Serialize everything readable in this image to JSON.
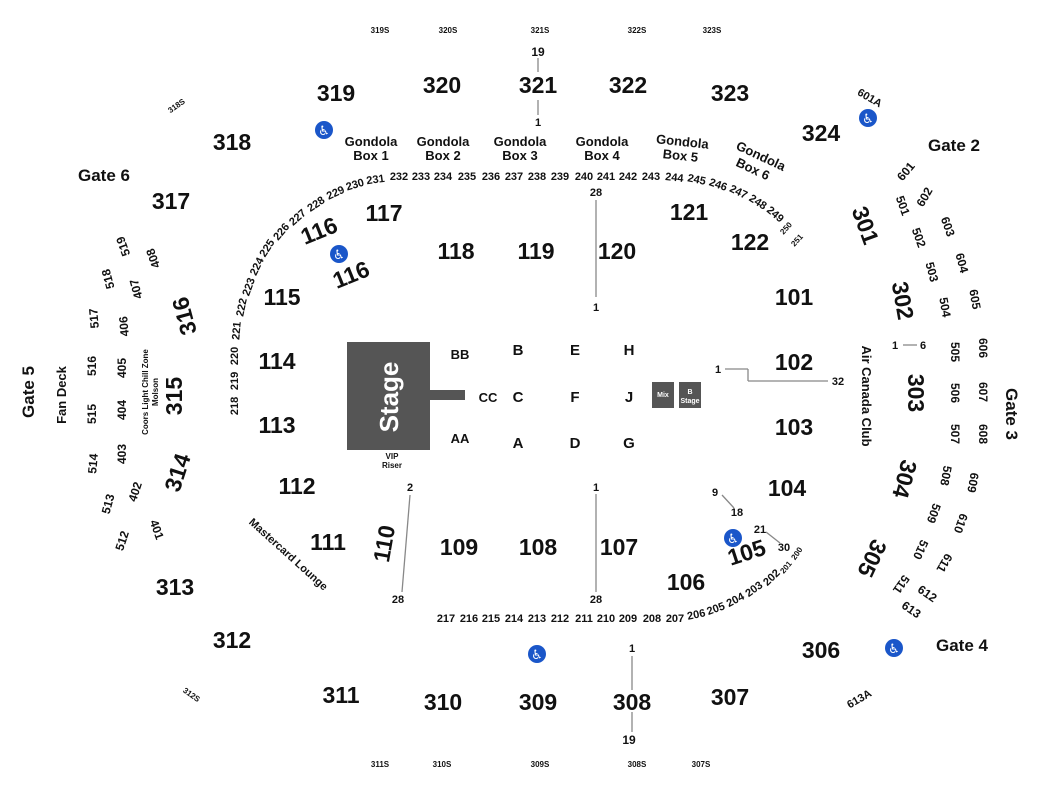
{
  "stage": {
    "label": "Stage",
    "riser": "VIP Riser",
    "mix": "Mix",
    "b_stage": "B Stage"
  },
  "floor_rows": [
    "BB",
    "CC",
    "AA",
    "B",
    "C",
    "A",
    "E",
    "F",
    "D",
    "H",
    "J",
    "G"
  ],
  "gates": [
    "Gate 2",
    "Gate 3",
    "Gate 4",
    "Gate 5",
    "Gate 6"
  ],
  "zones": {
    "fan_deck": "Fan Deck",
    "air_canada_club": "Air Canada Club",
    "mastercard_lounge": "Mastercard Lounge",
    "coors_light": "Coors Light Chill Zone",
    "molson": "Molson"
  },
  "gondola": [
    "Gondola Box 1",
    "Gondola Box 2",
    "Gondola Box 3",
    "Gondola Box 4",
    "Gondola Box 5",
    "Gondola Box 6"
  ],
  "sections_100": [
    "101",
    "102",
    "103",
    "104",
    "105",
    "106",
    "107",
    "108",
    "109",
    "110",
    "111",
    "112",
    "113",
    "114",
    "115",
    "116",
    "116",
    "117",
    "118",
    "119",
    "120",
    "121",
    "122"
  ],
  "sections_200_top": [
    "217",
    "216",
    "215",
    "214",
    "213",
    "212",
    "211",
    "210",
    "209",
    "208",
    "207",
    "206",
    "205",
    "204",
    "203",
    "202",
    "201",
    "200"
  ],
  "sections_200_arc": [
    "218",
    "219",
    "220",
    "221",
    "222",
    "223",
    "224",
    "225",
    "226",
    "227",
    "228",
    "229",
    "230",
    "231",
    "232",
    "233",
    "234",
    "235",
    "236",
    "237",
    "238",
    "239",
    "240",
    "241",
    "242",
    "243",
    "244",
    "245",
    "246",
    "247",
    "248",
    "249",
    "250",
    "251"
  ],
  "sections_300": [
    "301",
    "302",
    "303",
    "304",
    "305",
    "306",
    "307",
    "308",
    "309",
    "310",
    "311",
    "312",
    "313",
    "314",
    "315",
    "316",
    "317",
    "318",
    "319",
    "320",
    "321",
    "322",
    "323",
    "324"
  ],
  "standing": [
    "319S",
    "320S",
    "321S",
    "322S",
    "323S",
    "318S",
    "312S",
    "311S",
    "310S",
    "309S",
    "308S",
    "307S",
    "601A",
    "613A"
  ],
  "sections_400": [
    "401",
    "402",
    "403",
    "404",
    "405",
    "406",
    "407",
    "408"
  ],
  "sections_500": [
    "501",
    "502",
    "503",
    "504",
    "505",
    "506",
    "507",
    "508",
    "509",
    "510",
    "511",
    "512",
    "513",
    "514",
    "515",
    "516",
    "517",
    "518",
    "519"
  ],
  "sections_600": [
    "601",
    "602",
    "603",
    "604",
    "605",
    "606",
    "607",
    "608",
    "609",
    "610",
    "611",
    "612",
    "613"
  ],
  "row_numbers": [
    "19",
    "1",
    "28",
    "1",
    "1",
    "28",
    "2",
    "28",
    "1",
    "32",
    "1",
    "6",
    "9",
    "18",
    "21",
    "30",
    "1",
    "19"
  ],
  "accessibility_icon": "wheelchair-icon"
}
